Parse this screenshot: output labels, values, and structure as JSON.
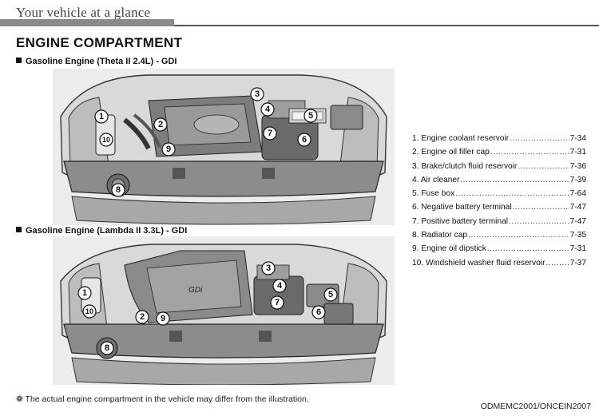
{
  "header": {
    "title": "Your vehicle at a glance"
  },
  "section_title": "ENGINE COMPARTMENT",
  "engines": [
    {
      "label": "Gasoline Engine (Theta II 2.4L) - GDI"
    },
    {
      "label": "Gasoline Engine (Lambda II 3.3L) - GDI",
      "cover_text": "GDi"
    }
  ],
  "legend": [
    {
      "label": "1. Engine coolant reservoir",
      "page": "7-34"
    },
    {
      "label": "2. Engine oil filler cap",
      "page": "7-31"
    },
    {
      "label": "3. Brake/clutch fluid reservoir",
      "page": "7-36"
    },
    {
      "label": "4. Air cleaner",
      "page": "7-39"
    },
    {
      "label": "5. Fuse box",
      "page": "7-64"
    },
    {
      "label": "6. Negative battery terminal",
      "page": "7-47"
    },
    {
      "label": "7. Positive battery terminal",
      "page": "7-47"
    },
    {
      "label": "8. Radiator cap",
      "page": "7-35"
    },
    {
      "label": "9. Engine oil dipstick",
      "page": "7-31"
    },
    {
      "label": "10. Windshield washer fluid reservoir",
      "page": "7-37"
    }
  ],
  "callouts": [
    "1",
    "2",
    "3",
    "4",
    "5",
    "6",
    "7",
    "8",
    "9",
    "10"
  ],
  "footnote": "❁ The actual engine compartment in the vehicle may differ from the illustration.",
  "doc_code": "ODMEMC2001/ONCEIN2007"
}
